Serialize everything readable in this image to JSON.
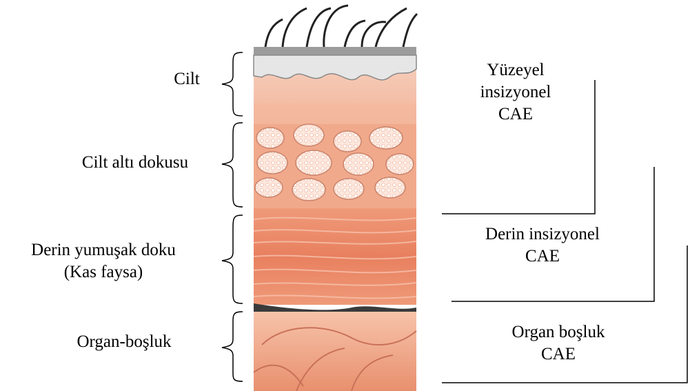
{
  "layers": [
    {
      "label_lines": [
        "Cilt"
      ]
    },
    {
      "label_lines": [
        "Cilt altı dokusu"
      ]
    },
    {
      "label_lines": [
        "Derin yumuşak doku",
        "(Kas faysa)"
      ]
    },
    {
      "label_lines": [
        "Organ-boşluk"
      ]
    }
  ],
  "infection_levels": [
    {
      "label_lines": [
        "Yüzeyel",
        "insizyonel",
        "CAE"
      ]
    },
    {
      "label_lines": [
        "Derin insizyonel",
        "CAE"
      ]
    },
    {
      "label_lines": [
        "Organ boşluk",
        "CAE"
      ]
    }
  ]
}
